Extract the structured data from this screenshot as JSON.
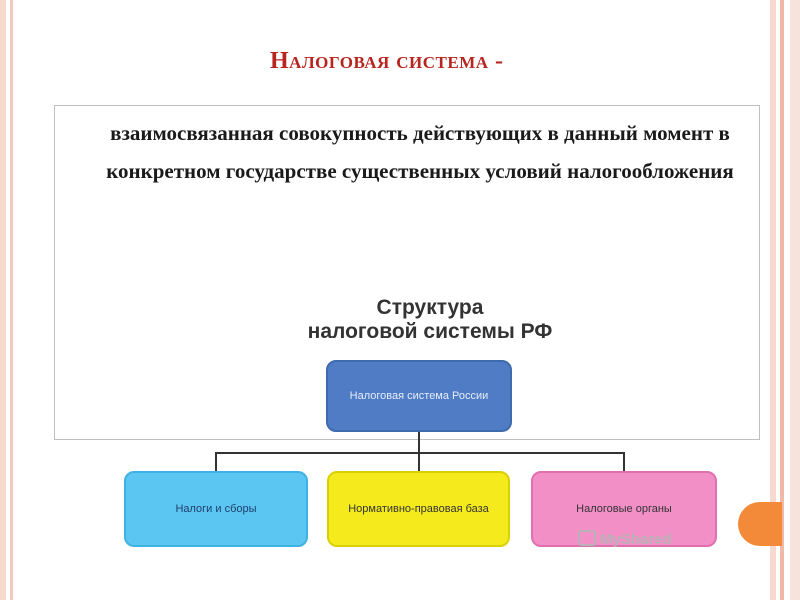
{
  "title": "Налоговая система -",
  "definition": "взаимосвязанная совокупность действующих в данный момент в конкретном государстве существенных условий налогообложения",
  "structure": {
    "heading_line1": "Структура",
    "heading_line2": "налоговой системы РФ",
    "root": "Налоговая система России",
    "children": [
      "Налоги и сборы",
      "Нормативно-правовая база",
      "Налоговые органы"
    ]
  },
  "watermark": "MyShared",
  "colors": {
    "title": "#b8241e",
    "root_node": "#4f7cc4",
    "taxes_node": "#5cc6f2",
    "normative_node": "#f4ea1c",
    "organs_node": "#f28fc7",
    "accent_tab": "#f28a3a"
  }
}
